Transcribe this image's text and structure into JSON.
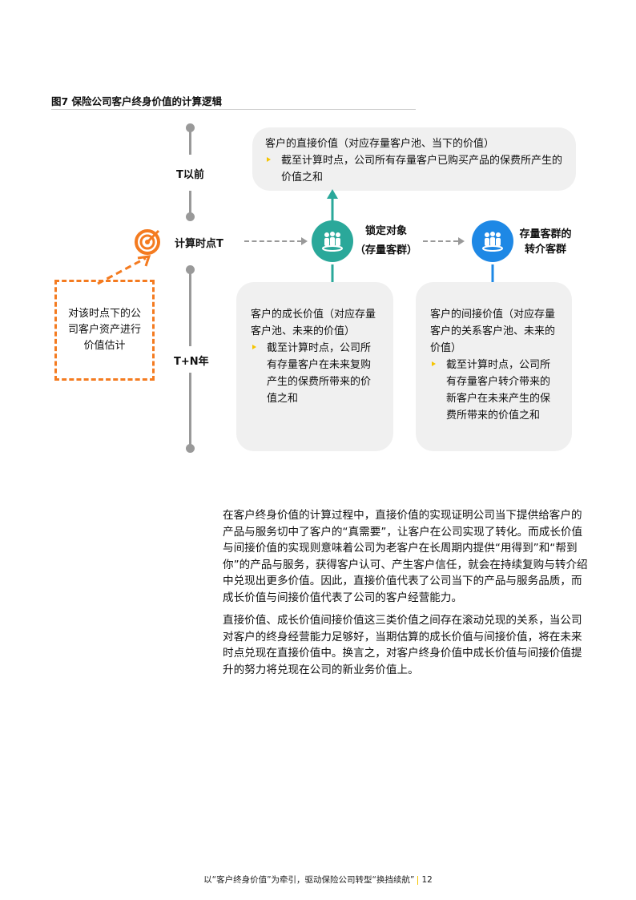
{
  "figure": {
    "title": "图7  保险公司客户终身价值的计算逻辑",
    "timeline": {
      "before": "T以前",
      "point": "计算时点T",
      "after": "T+N年"
    },
    "note": "对该时点下的公司客户资产进行价值估计",
    "direct": {
      "title": "客户的直接价值（对应存量客户池、当下的价值）",
      "bullet": "截至计算时点，公司所有存量客户已购买产品的保费所产生的价值之和"
    },
    "lock": {
      "line1": "锁定对象",
      "line2": "（存量客群）"
    },
    "referral": {
      "line1": "存量客群的",
      "line2": "转介客群"
    },
    "growth": {
      "title": "客户的成长价值（对应存量客户池、未来的价值）",
      "bullet": "截至计算时点，公司所有存量客户在未来复购产生的保费所带来的价值之和"
    },
    "indirect": {
      "title": "客户的间接价值（对应存量客户的关系客户池、未来的价值）",
      "bullet": "截至计算时点，公司所有存量客户转介带来的新客户在未来产生的保费所带来的价值之和"
    },
    "colors": {
      "teal": "#2aa89a",
      "blue": "#1e88e5",
      "orange": "#f47b20"
    }
  },
  "body": {
    "p1": "在客户终身价值的计算过程中，直接价值的实现证明公司当下提供给客户的产品与服务切中了客户的“真需要”，让客户在公司实现了转化。而成长价值与间接价值的实现则意味着公司为老客户在长周期内提供“用得到”和“帮到你”的产品与服务，获得客户认可、产生客户信任，就会在持续复购与转介绍中兑现出更多价值。因此，直接价值代表了公司当下的产品与服务品质，而成长价值与间接价值代表了公司的客户经营能力。",
    "p2": "直接价值、成长价值间接价值这三类价值之间存在滚动兑现的关系，当公司对客户的终身经营能力足够好，当期估算的成长价值与间接价值，将在未来时点兑现在直接价值中。换言之，对客户终身价值中成长价值与间接价值提升的努力将兑现在公司的新业务价值上。"
  },
  "footer": {
    "text": "以“客户终身价值”为牵引，驱动保险公司转型“换挡续航”",
    "page": "12"
  }
}
